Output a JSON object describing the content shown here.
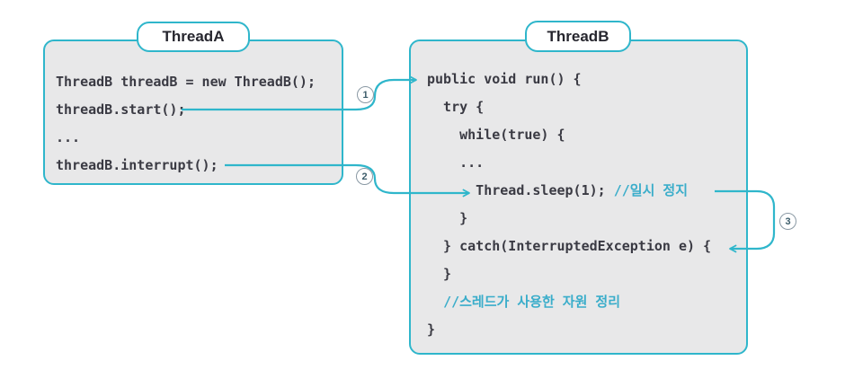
{
  "accent_color": "#2fb6cb",
  "box_fill_color": "#e8e8e9",
  "code_text_color": "#3a3a43",
  "comment_color": "#3aadca",
  "thread_a": {
    "title": "ThreadA",
    "code_lines": [
      {
        "code": "ThreadB threadB = new ThreadB();"
      },
      {
        "code": "threadB.start();"
      },
      {
        "code": "..."
      },
      {
        "code": "threadB.interrupt();"
      }
    ]
  },
  "thread_b": {
    "title": "ThreadB",
    "code_lines": [
      {
        "code": "public void run() {"
      },
      {
        "code": "  try {"
      },
      {
        "code": "    while(true) {"
      },
      {
        "code": "    ..."
      },
      {
        "code": "      Thread.sleep(1); ",
        "comment": "//일시 정지"
      },
      {
        "code": "    }"
      },
      {
        "code": "  } catch(InterruptedException e) {"
      },
      {
        "code": "  }"
      },
      {
        "code": "  ",
        "comment": "//스레드가 사용한 자원 정리"
      },
      {
        "code": "}"
      }
    ]
  },
  "markers": [
    {
      "label": "1"
    },
    {
      "label": "2"
    },
    {
      "label": "3"
    }
  ],
  "arrows": [
    {
      "name": "start-to-run",
      "from": "threadB.start();",
      "to": "public void run() {"
    },
    {
      "name": "interrupt-to-sleep",
      "from": "threadB.interrupt();",
      "to": "Thread.sleep(1);"
    },
    {
      "name": "sleep-to-catch",
      "from": "Thread.sleep(1); //일시 정지",
      "to": "} catch(InterruptedException e) {"
    }
  ]
}
